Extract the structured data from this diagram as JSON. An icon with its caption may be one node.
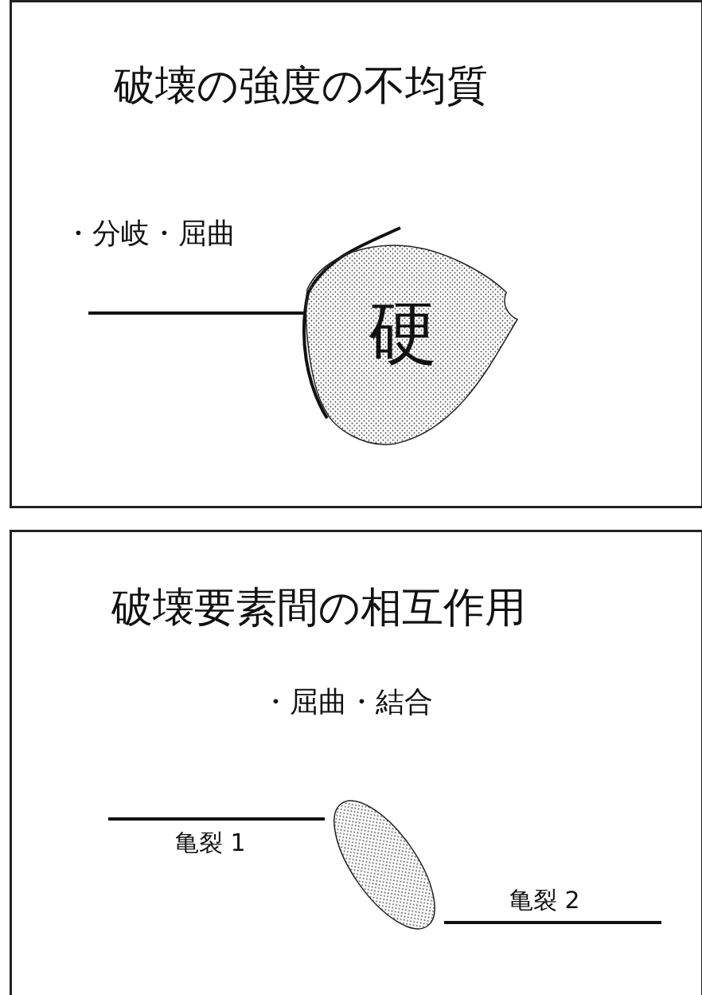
{
  "diagram": {
    "nodes": [
      {
        "text": [
          "破壊の強度の不均質",
          "・分岐・屈曲"
        ]
      },
      {
        "text": [
          "硬"
        ],
        "in": 0
      },
      {
        "text": [
          "破壊要素間の相互作用",
          "・屈曲・結合"
        ]
      },
      {
        "text": [],
        "shape": "ellipse",
        "in": 2
      }
    ],
    "edges": [],
    "labels": [
      "亀裂 1",
      "亀裂 2"
    ]
  }
}
